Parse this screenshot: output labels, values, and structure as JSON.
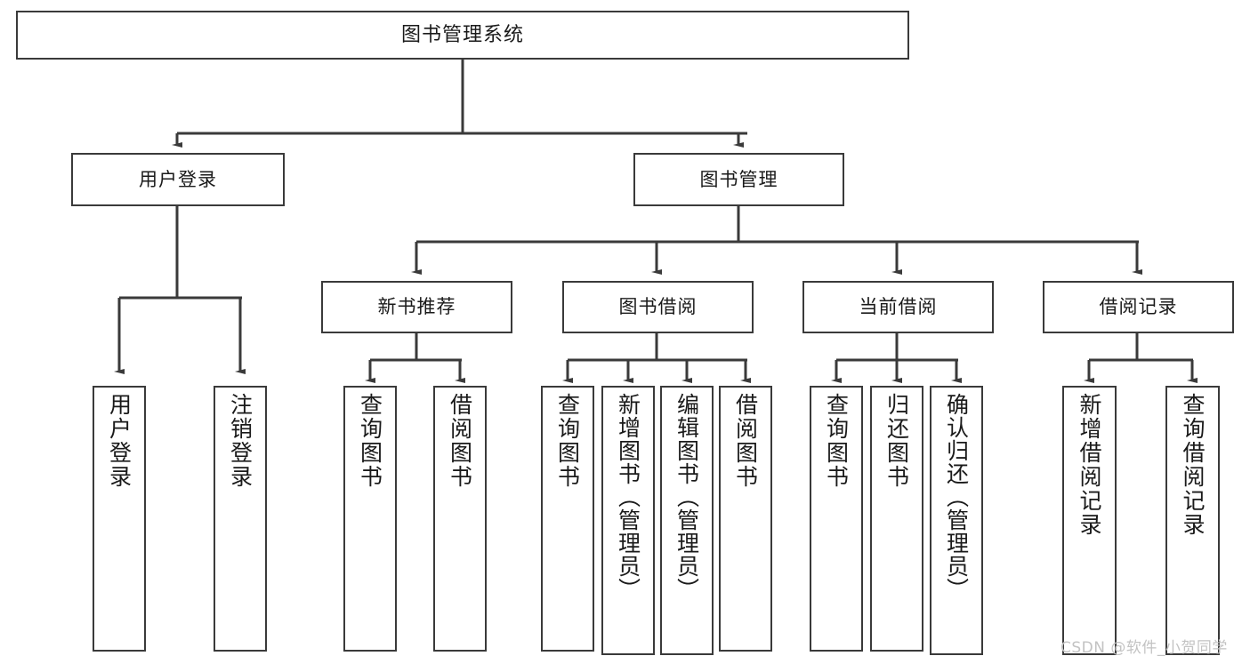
{
  "diagram": {
    "title": "图书管理系统",
    "type": "hierarchy-tree",
    "stroke_color": "#3a3a3a",
    "fill_color": "#ffffff",
    "text_color": "#1a1a1a",
    "watermark": "CSDN @软件_小贺同学",
    "nodes": {
      "root": {
        "label": "图书管理系统"
      },
      "level1": [
        {
          "label": "用户登录"
        },
        {
          "label": "图书管理"
        }
      ],
      "level2": [
        {
          "label": "新书推荐"
        },
        {
          "label": "图书借阅"
        },
        {
          "label": "当前借阅"
        },
        {
          "label": "借阅记录"
        }
      ],
      "leaves_user_login": [
        {
          "label": "用户登录"
        },
        {
          "label": "注销登录"
        }
      ],
      "leaves_new_books": [
        {
          "label": "查询图书"
        },
        {
          "label": "借阅图书"
        }
      ],
      "leaves_borrow": [
        {
          "label": "查询图书"
        },
        {
          "label": "新增图书（管理员）"
        },
        {
          "label": "编辑图书（管理员）"
        },
        {
          "label": "借阅图书"
        }
      ],
      "leaves_current": [
        {
          "label": "查询图书"
        },
        {
          "label": "归还图书"
        },
        {
          "label": "确认归还（管理员）"
        }
      ],
      "leaves_records": [
        {
          "label": "新增借阅记录"
        },
        {
          "label": "查询借阅记录"
        }
      ]
    }
  }
}
